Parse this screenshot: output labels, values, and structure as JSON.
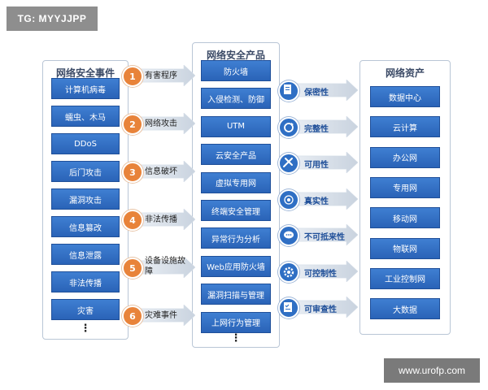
{
  "tag": "TG: MYYJJPP",
  "watermark": "www.urofp.com",
  "events": {
    "title": "网络安全事件",
    "items": [
      "计算机病毒",
      "蠕虫、木马",
      "DDoS",
      "后门攻击",
      "漏洞攻击",
      "信息篡改",
      "信息泄露",
      "非法传播",
      "灾害"
    ],
    "more": "⋮"
  },
  "threats": [
    {
      "num": "1",
      "label": "有害程序"
    },
    {
      "num": "2",
      "label": "网络攻击"
    },
    {
      "num": "3",
      "label": "信息破坏"
    },
    {
      "num": "4",
      "label": "非法传播"
    },
    {
      "num": "5",
      "label": "设备设施故障"
    },
    {
      "num": "6",
      "label": "灾难事件"
    }
  ],
  "products": {
    "title": "网络安全产品",
    "items": [
      "防火墙",
      "入侵检测、防御",
      "UTM",
      "云安全产品",
      "虚拟专用网",
      "终端安全管理",
      "异常行为分析",
      "Web应用防火墙",
      "漏洞扫描与管理",
      "上网行为管理"
    ],
    "more": "⋮"
  },
  "properties": [
    {
      "label": "保密性",
      "icon": "document-lock-icon"
    },
    {
      "label": "完整性",
      "icon": "sync-icon"
    },
    {
      "label": "可用性",
      "icon": "tools-icon"
    },
    {
      "label": "真实性",
      "icon": "signal-icon"
    },
    {
      "label": "不可抵来性",
      "icon": "chat-icon"
    },
    {
      "label": "可控制性",
      "icon": "gear-icon"
    },
    {
      "label": "可审查性",
      "icon": "checklist-icon"
    }
  ],
  "assets": {
    "title": "网络资产",
    "items": [
      "数据中心",
      "云计算",
      "办公网",
      "专用网",
      "移动网",
      "物联网",
      "工业控制网",
      "大数据"
    ]
  },
  "colors": {
    "box_blue": "#2f6fc4",
    "badge_orange": "#e8833a",
    "arrow_light": "#eef2f7",
    "arrow_dark": "#c9d3df"
  }
}
